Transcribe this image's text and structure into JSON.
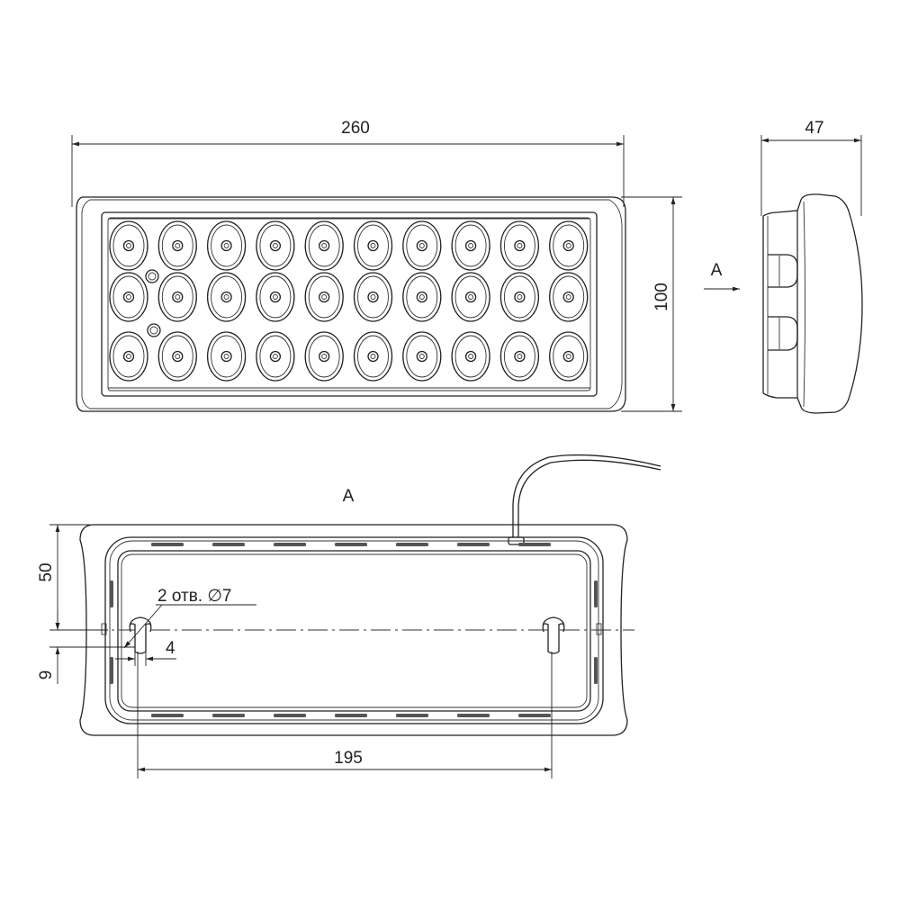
{
  "front_view": {
    "width_label": "260",
    "height_label": "100",
    "led_rows": 3,
    "led_cols": 10
  },
  "side_view": {
    "depth_label": "47",
    "view_marker": "A"
  },
  "rear_view": {
    "title": "A",
    "offset_top_label": "50",
    "offset_bottom_label": "9",
    "holes_label": "2 отв. ∅7",
    "slot_label": "4",
    "spacing_label": "195"
  }
}
